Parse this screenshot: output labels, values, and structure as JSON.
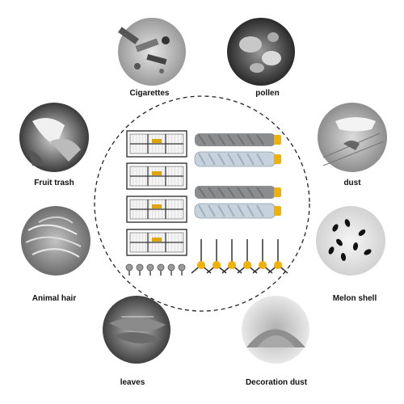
{
  "dust_types": [
    {
      "label": "Cigarettes",
      "icon": "cigarettes-photo"
    },
    {
      "label": "pollen",
      "icon": "pollen-photo"
    },
    {
      "label": "Fruit trash",
      "icon": "fruit-trash-photo"
    },
    {
      "label": "dust",
      "icon": "dust-photo"
    },
    {
      "label": "Animal hair",
      "icon": "animal-hair-photo"
    },
    {
      "label": "Melon shell",
      "icon": "melon-shell-photo"
    },
    {
      "label": "leaves",
      "icon": "leaves-photo"
    },
    {
      "label": "Decoration dust",
      "icon": "decoration-dust-photo"
    }
  ],
  "kit": {
    "filters_count": 4,
    "roller_pairs_count": 2,
    "side_brushes_count": 6,
    "screws_count": 6,
    "colors": {
      "brush_hub": "#f2b100",
      "roller_gray": "#8a8c8e",
      "roller_blue": "#c6d2dc",
      "filter_tab": "#e0a400"
    }
  }
}
